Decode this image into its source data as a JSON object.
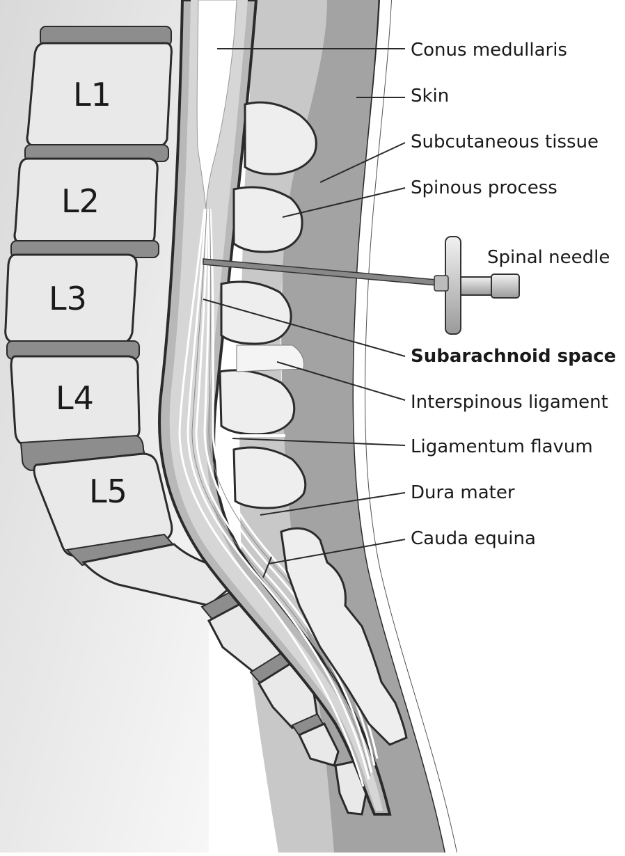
{
  "vertebrae": [
    "L1",
    "L2",
    "L3",
    "L4",
    "L5"
  ],
  "labels": {
    "conus_medullaris": "Conus medullaris",
    "skin": "Skin",
    "subcutaneous_tissue": "Subcutaneous tissue",
    "spinous_process": "Spinous process",
    "spinal_needle": "Spinal needle",
    "subarachnoid_space": "Subarachnoid space",
    "interspinous_ligament": "Interspinous ligament",
    "ligamentum_flavum": "Ligamentum flavum",
    "dura_mater": "Dura mater",
    "cauda_equina": "Cauda equina"
  },
  "colors": {
    "bone": "#e9e9e9",
    "disc": "#8d8d8d",
    "subcutaneous": "#9c9c9c",
    "outline": "#2b2b2b"
  }
}
